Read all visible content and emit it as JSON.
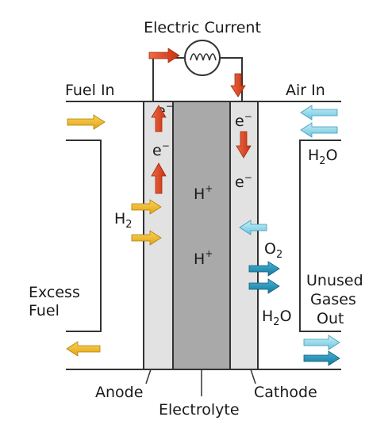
{
  "title": "Electric Current",
  "labels": {
    "fuel_in": "Fuel In",
    "air_in": "Air In",
    "excess_fuel_line1": "Excess",
    "excess_fuel_line2": "Fuel",
    "unused_line1": "Unused",
    "unused_line2": "Gases",
    "unused_line3": "Out",
    "anode": "Anode",
    "electrolyte": "Electrolyte",
    "cathode": "Cathode"
  },
  "species": {
    "electron": "e",
    "electron_charge": "−",
    "proton": "H",
    "proton_charge": "+",
    "hydrogen": "H",
    "hydrogen_sub": "2",
    "oxygen": "O",
    "oxygen_sub": "2",
    "water_h": "H",
    "water_sub": "2",
    "water_o": "O"
  },
  "colors": {
    "anode_fill": "#e2e2e2",
    "electrolyte_fill": "#a9a9a9",
    "cathode_fill": "#e2e2e2",
    "outline": "#333333",
    "electron_arrow": "#d9401f",
    "fuel_arrow": "#f0b81f",
    "air_arrow": "#8fd3e8",
    "water_arrow": "#1f8fb5"
  },
  "icons": [
    "resistor-coil-icon"
  ]
}
